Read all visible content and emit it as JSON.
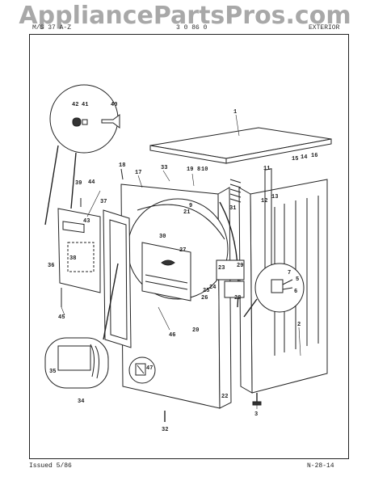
{
  "watermark": "AppliancePartsPros.com",
  "header": {
    "left": "M/S 37 A-Z",
    "middle": "3 0 86 0",
    "right": "EXTERIOR"
  },
  "footer": {
    "issued": "Issued 5/86",
    "page": "N-28-14"
  },
  "callouts": [
    {
      "id": "c1",
      "text": "1"
    },
    {
      "id": "c2",
      "text": "2"
    },
    {
      "id": "c3",
      "text": "3"
    },
    {
      "id": "c5",
      "text": "5"
    },
    {
      "id": "c6",
      "text": "6"
    },
    {
      "id": "c7",
      "text": "7"
    },
    {
      "id": "c8",
      "text": "8"
    },
    {
      "id": "c9",
      "text": "9"
    },
    {
      "id": "c10",
      "text": "10"
    },
    {
      "id": "c11",
      "text": "11"
    },
    {
      "id": "c12",
      "text": "12"
    },
    {
      "id": "c13",
      "text": "13"
    },
    {
      "id": "c14",
      "text": "14"
    },
    {
      "id": "c15",
      "text": "15"
    },
    {
      "id": "c16",
      "text": "16"
    },
    {
      "id": "c17",
      "text": "17"
    },
    {
      "id": "c18",
      "text": "18"
    },
    {
      "id": "c19",
      "text": "19"
    },
    {
      "id": "c20",
      "text": "20"
    },
    {
      "id": "c21",
      "text": "21"
    },
    {
      "id": "c22",
      "text": "22"
    },
    {
      "id": "c23",
      "text": "23"
    },
    {
      "id": "c24",
      "text": "24"
    },
    {
      "id": "c25",
      "text": "25"
    },
    {
      "id": "c26",
      "text": "26"
    },
    {
      "id": "c27",
      "text": "27"
    },
    {
      "id": "c28",
      "text": "28"
    },
    {
      "id": "c29",
      "text": "29"
    },
    {
      "id": "c30",
      "text": "30"
    },
    {
      "id": "c31",
      "text": "31"
    },
    {
      "id": "c32",
      "text": "32"
    },
    {
      "id": "c33",
      "text": "33"
    },
    {
      "id": "c34",
      "text": "34"
    },
    {
      "id": "c35",
      "text": "35"
    },
    {
      "id": "c36",
      "text": "36"
    },
    {
      "id": "c37",
      "text": "37"
    },
    {
      "id": "c38",
      "text": "38"
    },
    {
      "id": "c39",
      "text": "39"
    },
    {
      "id": "c40",
      "text": "40"
    },
    {
      "id": "c41",
      "text": "41"
    },
    {
      "id": "c42",
      "text": "42"
    },
    {
      "id": "c43",
      "text": "43"
    },
    {
      "id": "c44",
      "text": "44"
    },
    {
      "id": "c45",
      "text": "45"
    },
    {
      "id": "c46",
      "text": "46"
    },
    {
      "id": "c47",
      "text": "47"
    }
  ]
}
